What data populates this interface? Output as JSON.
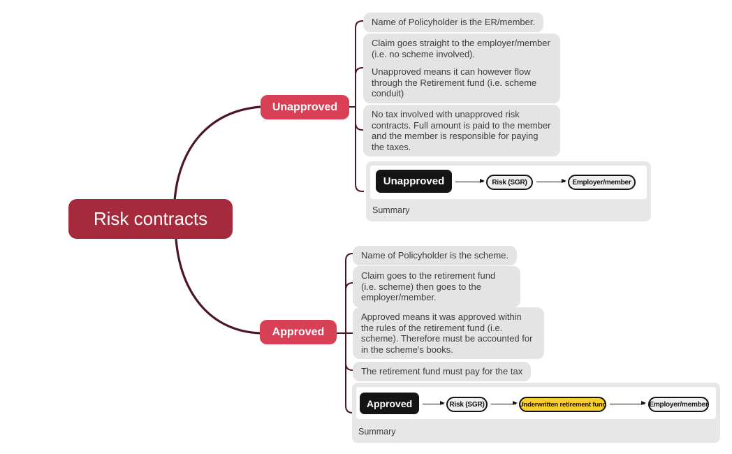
{
  "colors": {
    "root_node_bg": "#A42A3C",
    "branch_node_bg": "#D84055",
    "connector_line": "#4C1722",
    "note_bg": "#E4E4E4",
    "note_text": "#3C3C3C",
    "attachment_bg": "#E7E7E7",
    "flow_black_box": "#141414",
    "flow_pill_bg": "#EFEFEF",
    "flow_yellow_pill": "#F8CE2E"
  },
  "mindmap": {
    "root": {
      "label": "Risk contracts"
    },
    "branches": [
      {
        "label": "Unapproved",
        "notes": [
          {
            "p1": "Name of Policyholder is the ER/member."
          },
          {
            "p1": "Claim goes straight to the employer/member (i.e. no scheme involved).",
            "p2": "Unapproved means it can however flow through the Retirement fund (i.e. scheme conduit)"
          },
          {
            "p1": "No tax involved with unapproved risk contracts. Full amount is paid to the member and the member is responsible for paying the taxes."
          }
        ],
        "attachment": {
          "caption": "Summary",
          "flow": [
            {
              "label": "Unapproved",
              "style": "black"
            },
            {
              "label": "Risk (SGR)",
              "style": "pill"
            },
            {
              "label": "Employer/member",
              "style": "pill"
            }
          ]
        }
      },
      {
        "label": "Approved",
        "notes": [
          {
            "p1": "Name of Policyholder is the scheme."
          },
          {
            "p1": "Claim goes to the retirement fund (i.e. scheme) then goes to the employer/member."
          },
          {
            "p1": "Approved means it was approved within the rules of the retirement fund (i.e. scheme). Therefore must be accounted for in the scheme's books."
          },
          {
            "p1": "The retirement fund must pay for the tax"
          }
        ],
        "attachment": {
          "caption": "Summary",
          "flow": [
            {
              "label": "Approved",
              "style": "black"
            },
            {
              "label": "Risk (SGR)",
              "style": "pill"
            },
            {
              "label": "Underwritten retirement fund",
              "style": "yellow"
            },
            {
              "label": "Employer/member",
              "style": "pill"
            }
          ]
        }
      }
    ]
  }
}
